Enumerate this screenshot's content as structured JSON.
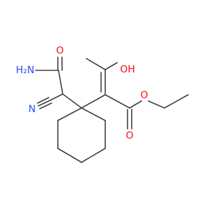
{
  "molecule": {
    "atoms": {
      "amide_nh2": {
        "symbol": "H₂N",
        "color": "#3050f8"
      },
      "amide_o": {
        "symbol": "O",
        "color": "#ff0d0d"
      },
      "nitrile_n": {
        "symbol": "N",
        "color": "#3050f8"
      },
      "enol_oh": {
        "symbol": "OH",
        "color": "#ff0d0d"
      },
      "ester_carbonyl_o": {
        "symbol": "O",
        "color": "#ff0d0d"
      },
      "ester_ether_o": {
        "symbol": "O",
        "color": "#ff0d0d"
      }
    },
    "bond_color": "#404040"
  }
}
